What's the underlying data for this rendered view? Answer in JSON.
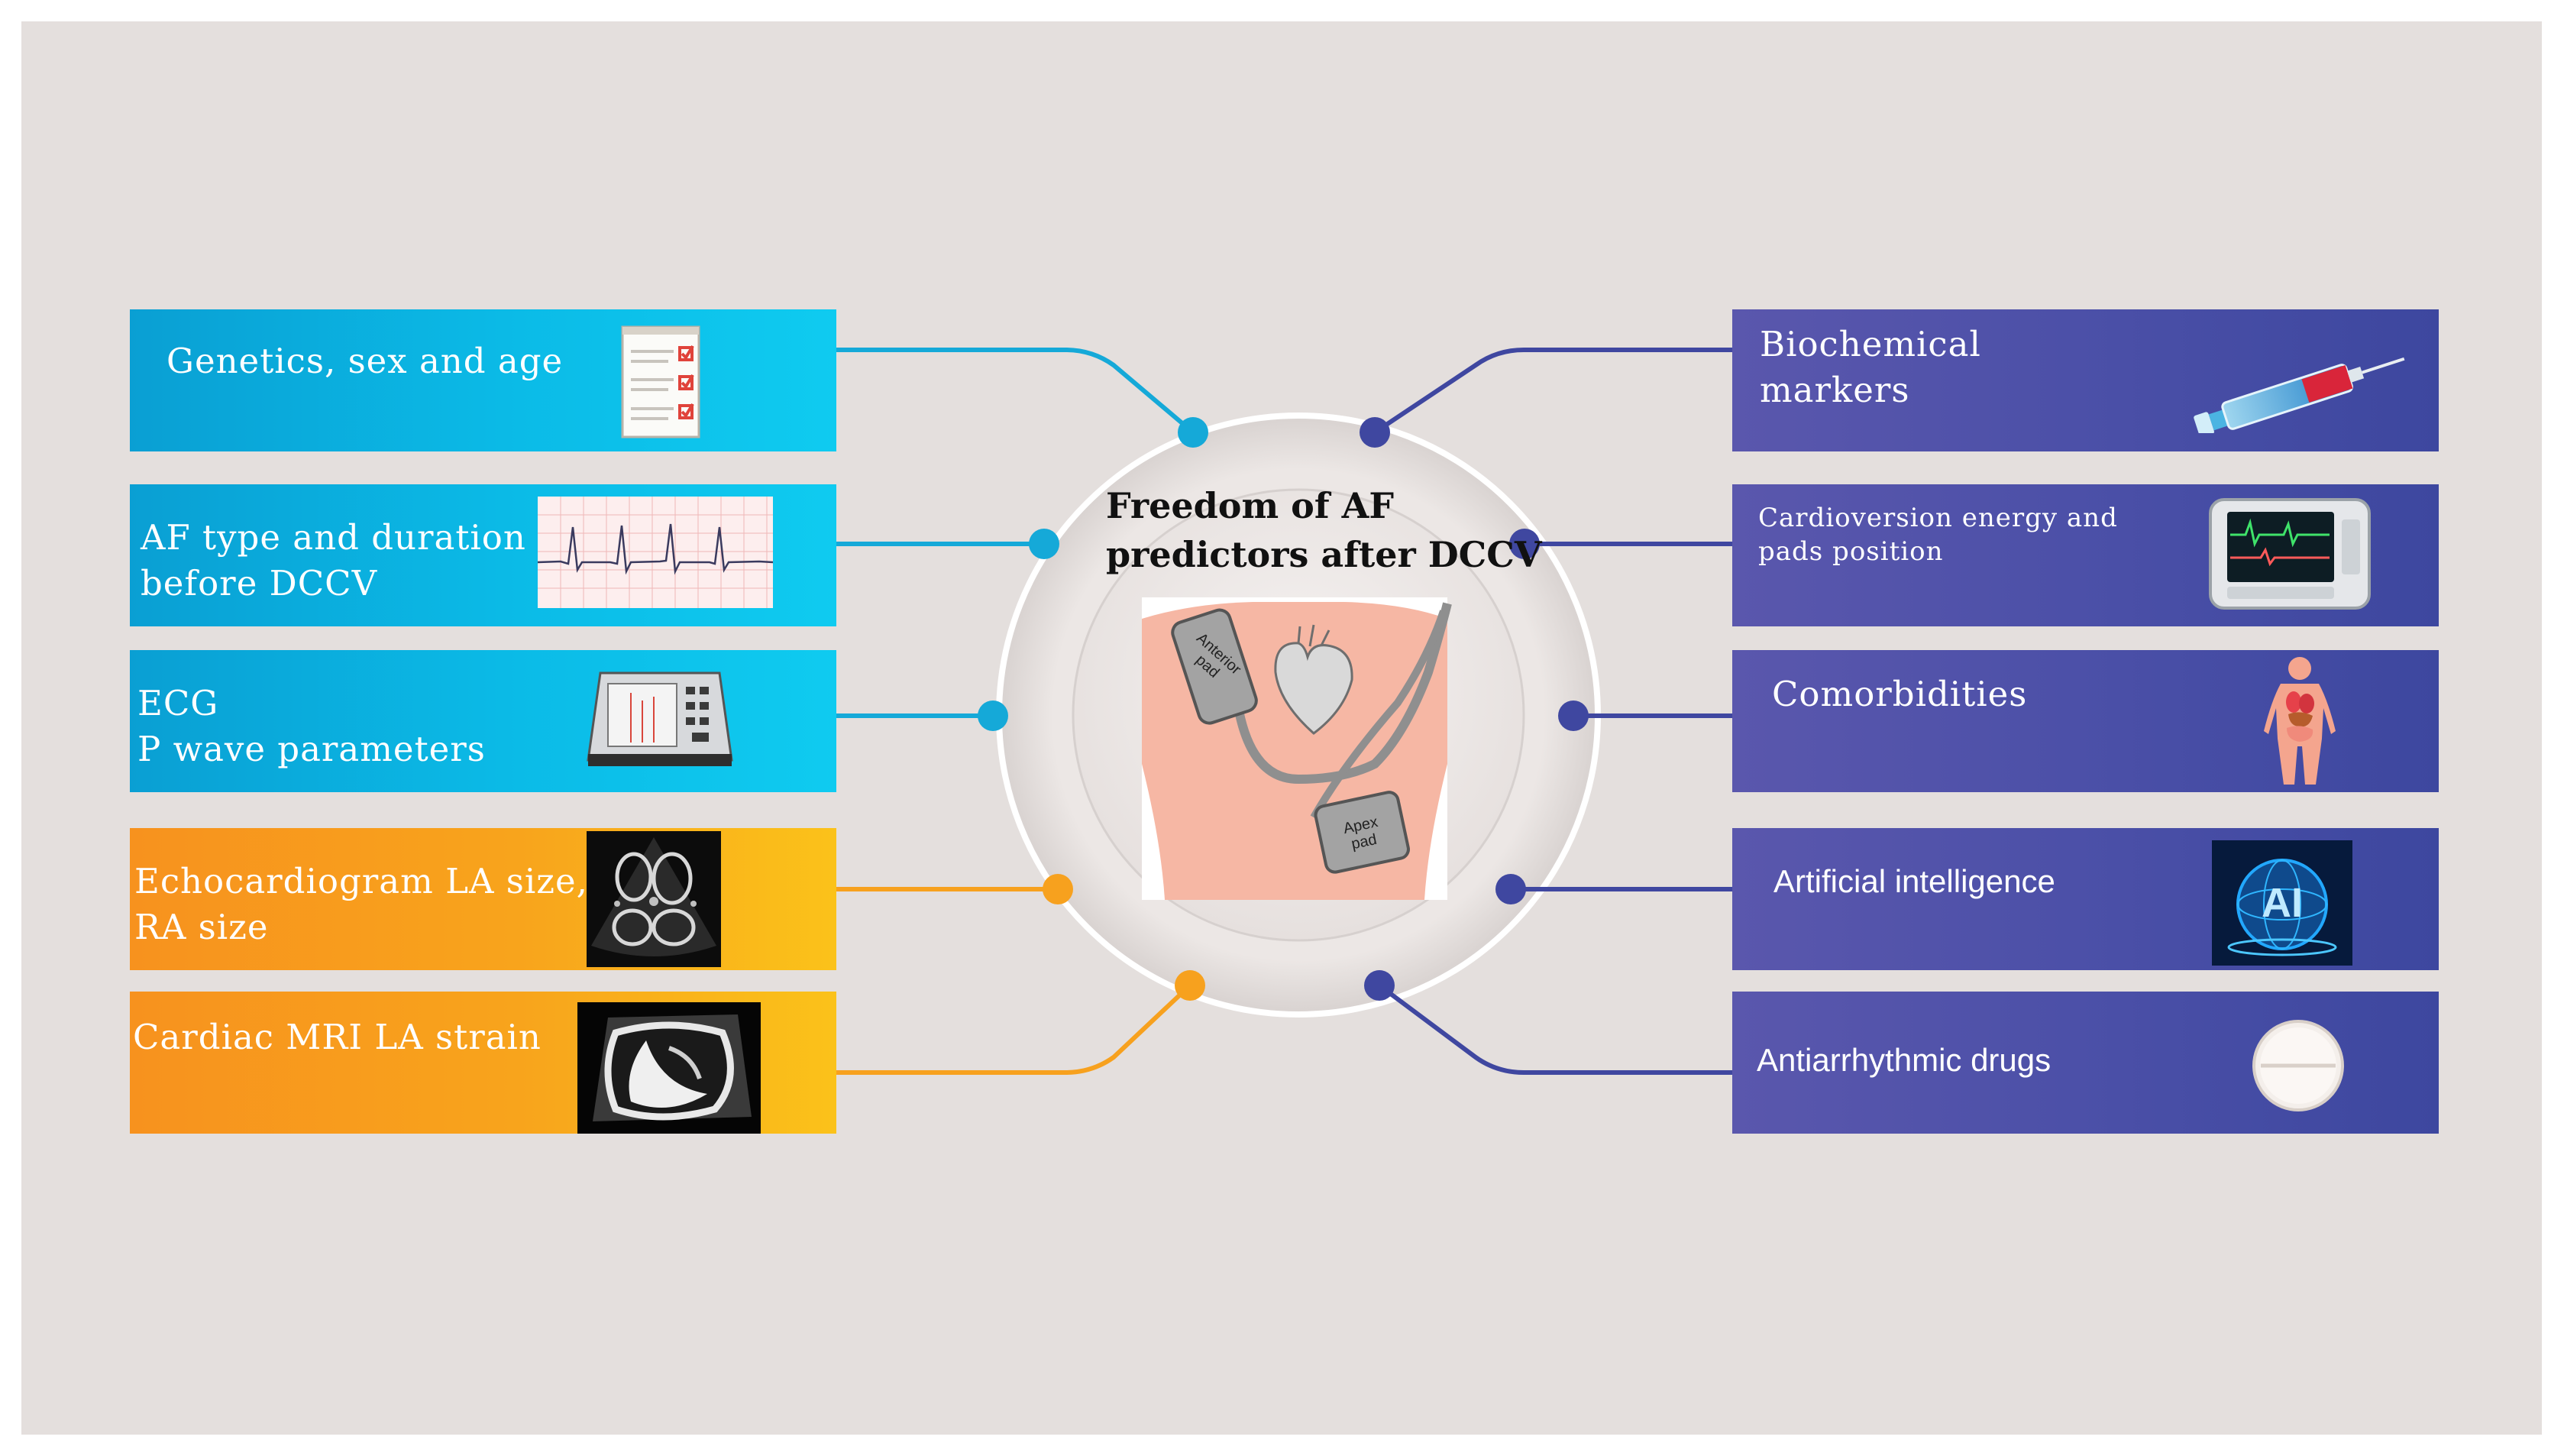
{
  "center": {
    "title_line1": "Freedom of AF",
    "title_line2": "predictors after DCCV",
    "illustration": {
      "anterior_pad": "Anterior pad",
      "apex_pad": "Apex pad"
    }
  },
  "left_boxes": [
    {
      "lines": [
        "Genetics, sex and age"
      ],
      "color": "#0bbbe7",
      "icon": "checklist-icon"
    },
    {
      "lines": [
        "AF type and duration",
        "before DCCV"
      ],
      "color": "#0bbbe7",
      "icon": "ecg-strip-icon"
    },
    {
      "lines": [
        "ECG",
        "P wave parameters"
      ],
      "color": "#0bbbe7",
      "icon": "ecg-machine-icon"
    },
    {
      "lines": [
        "Echocardiogram LA size,",
        "RA size"
      ],
      "color": "#f8a41c",
      "icon": "echocardiogram-image"
    },
    {
      "lines": [
        "Cardiac MRI LA strain"
      ],
      "color": "#f8a41c",
      "icon": "cardiac-mri-image"
    }
  ],
  "right_boxes": [
    {
      "lines": [
        "Biochemical",
        "markers"
      ],
      "color": "#4a4fa7",
      "icon": "syringe-icon"
    },
    {
      "lines": [
        "Cardioversion energy and",
        "pads position"
      ],
      "color": "#4a4fa7",
      "icon": "defibrillator-monitor-icon"
    },
    {
      "lines": [
        "Comorbidities"
      ],
      "color": "#4a4fa7",
      "icon": "human-organs-icon"
    },
    {
      "lines": [
        "Artificial intelligence"
      ],
      "color": "#4a4fa7",
      "icon": "ai-icon",
      "icon_text": "AI"
    },
    {
      "lines": [
        "Antiarrhythmic drugs"
      ],
      "color": "#4a4fa7",
      "icon": "pill-icon"
    }
  ],
  "colors": {
    "background": "#e4dfdd",
    "blue": "#0bbbe7",
    "orange": "#f8a41c",
    "purple": "#4a4fa7",
    "connector_blue": "#15a9d8",
    "connector_orange": "#f7a11e",
    "connector_purple": "#3f47a0"
  }
}
